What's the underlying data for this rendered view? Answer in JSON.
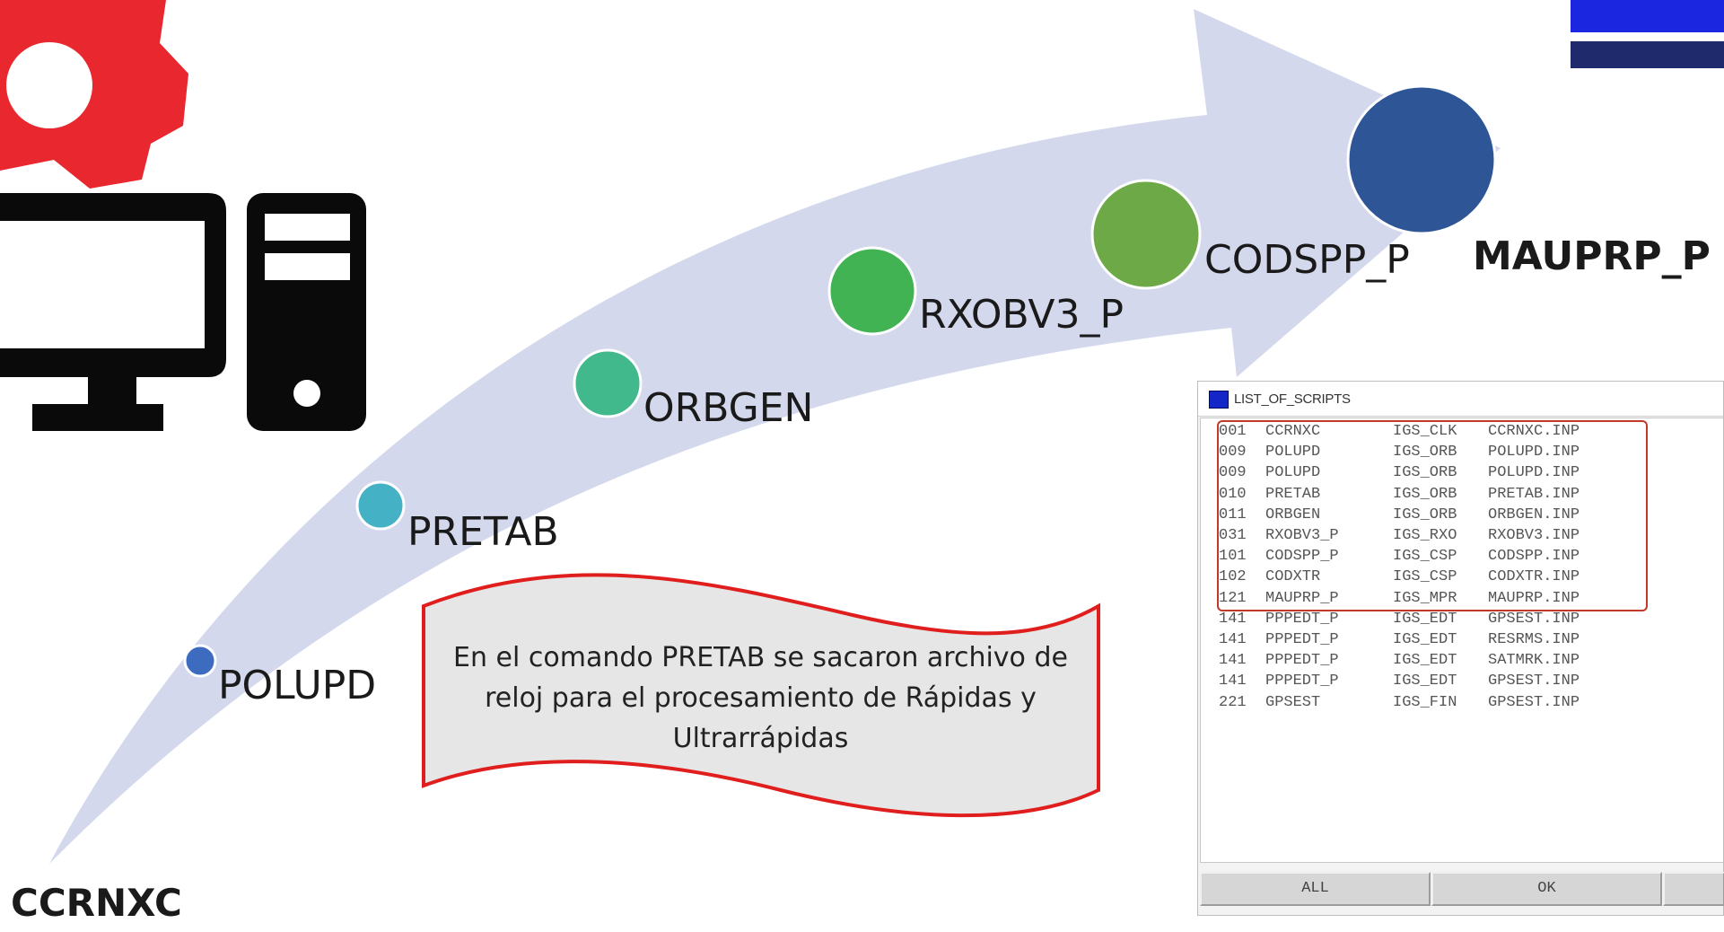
{
  "colors": {
    "arrow_fill": "#d3d8ec",
    "gear_red": "#e8272e",
    "computer_black": "#0a0a0a",
    "callout_border": "#e01e1e",
    "callout_fill": "#e6e6e6"
  },
  "icons": [
    "gear-icon",
    "monitor-icon",
    "desktop-tower-icon"
  ],
  "steps": [
    {
      "label": "CCRNXC",
      "bold": true,
      "color": null
    },
    {
      "label": "POLUPD",
      "bold": false,
      "color": "#3d6bc0"
    },
    {
      "label": "PRETAB",
      "bold": false,
      "color": "#45b1c5"
    },
    {
      "label": "ORBGEN",
      "bold": false,
      "color": "#41b98c"
    },
    {
      "label": "RXOBV3_P",
      "bold": false,
      "color": "#41b352"
    },
    {
      "label": "CODSPP_P",
      "bold": false,
      "color": "#6ea947"
    },
    {
      "label": "MAUPRP_P",
      "bold": true,
      "color": "#2e5596"
    }
  ],
  "callout": {
    "text": "En el comando PRETAB se sacaron archivo de reloj para el procesamiento de Rápidas y Ultrarrápidas"
  },
  "dialog": {
    "title": "LIST_OF_SCRIPTS",
    "rows": [
      [
        "001",
        "CCRNXC",
        "IGS_CLK",
        "CCRNXC.INP"
      ],
      [
        "009",
        "POLUPD",
        "IGS_ORB",
        "POLUPD.INP"
      ],
      [
        "009",
        "POLUPD",
        "IGS_ORB",
        "POLUPD.INP"
      ],
      [
        "010",
        "PRETAB",
        "IGS_ORB",
        "PRETAB.INP"
      ],
      [
        "011",
        "ORBGEN",
        "IGS_ORB",
        "ORBGEN.INP"
      ],
      [
        "031",
        "RXOBV3_P",
        "IGS_RXO",
        "RXOBV3.INP"
      ],
      [
        "101",
        "CODSPP_P",
        "IGS_CSP",
        "CODSPP.INP"
      ],
      [
        "102",
        "CODXTR",
        "IGS_CSP",
        "CODXTR.INP"
      ],
      [
        "121",
        "MAUPRP_P",
        "IGS_MPR",
        "MAUPRP.INP"
      ],
      [
        "141",
        "PPPEDT_P",
        "IGS_EDT",
        "GPSEST.INP"
      ],
      [
        "141",
        "PPPEDT_P",
        "IGS_EDT",
        "RESRMS.INP"
      ],
      [
        "141",
        "PPPEDT_P",
        "IGS_EDT",
        "SATMRK.INP"
      ],
      [
        "141",
        "PPPEDT_P",
        "IGS_EDT",
        "GPSEST.INP"
      ],
      [
        "221",
        "GPSEST",
        "IGS_FIN",
        "GPSEST.INP"
      ]
    ],
    "highlighted_rows": 9,
    "buttons": [
      "ALL",
      "OK"
    ]
  }
}
